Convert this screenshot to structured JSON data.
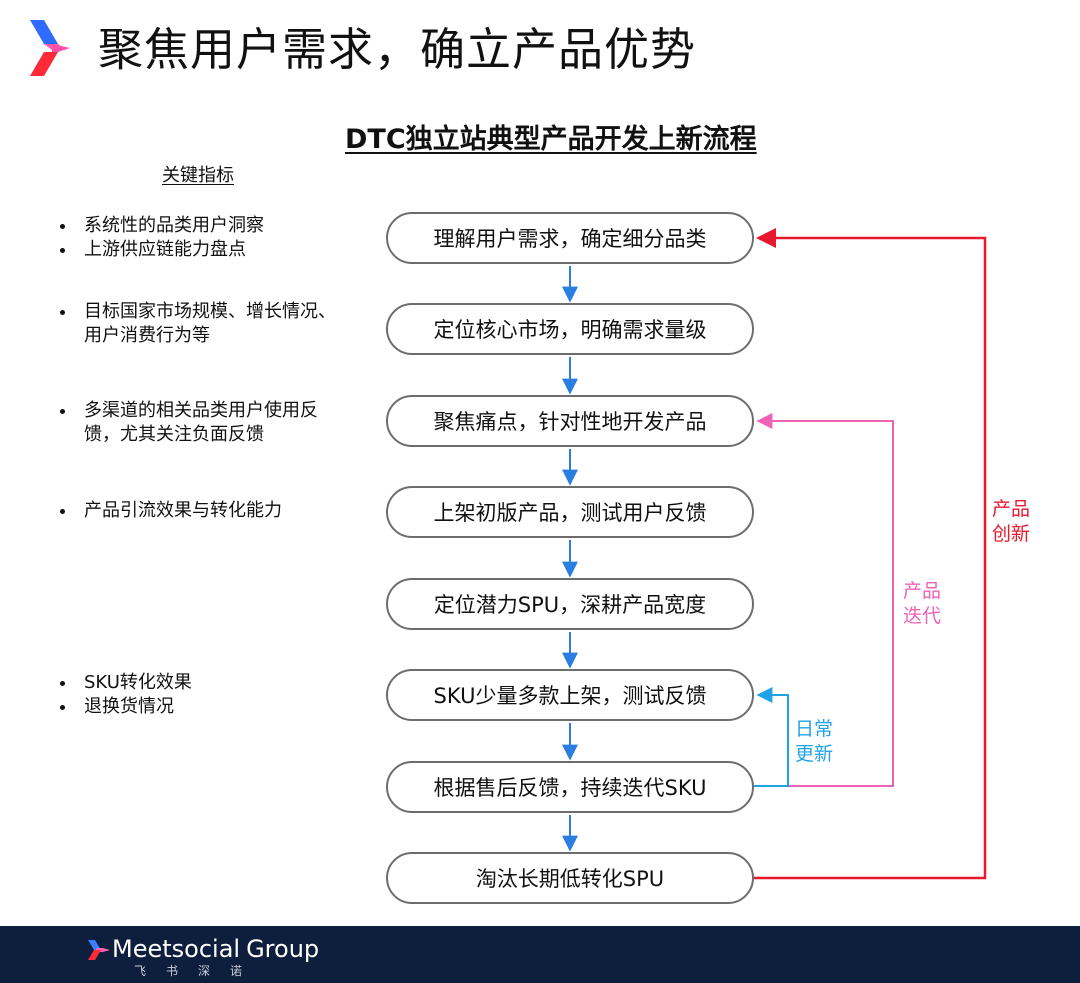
{
  "page": {
    "title": "聚焦用户需求，确立产品优势"
  },
  "diagram": {
    "title": "DTC独立站典型产品开发上新流程"
  },
  "metrics": {
    "header": "关键指标",
    "groups": [
      [
        "系统性的品类用户洞察",
        "上游供应链能力盘点"
      ],
      [
        "目标国家市场规模、增长情况、用户消费行为等"
      ],
      [
        "多渠道的相关品类用户使用反馈，尤其关注负面反馈"
      ],
      [
        "产品引流效果与转化能力"
      ],
      [
        "SKU转化效果",
        "退换货情况"
      ]
    ]
  },
  "steps": [
    "理解用户需求，确定细分品类",
    "定位核心市场，明确需求量级",
    "聚焦痛点，针对性地开发产品",
    "上架初版产品，测试用户反馈",
    "定位潜力SPU，深耕产品宽度",
    "SKU少量多款上架，测试反馈",
    "根据售后反馈，持续迭代SKU",
    "淘汰长期低转化SPU"
  ],
  "loops": {
    "innovation": {
      "label_1": "产品",
      "label_2": "创新",
      "color": "#e8192c"
    },
    "iteration": {
      "label_1": "产品",
      "label_2": "迭代",
      "color": "#f062b4"
    },
    "daily": {
      "label_1": "日常",
      "label_2": "更新",
      "color": "#1ea3e6"
    }
  },
  "colors": {
    "flow_arrow": "#2a7de1",
    "step_border": "#6d6d6d",
    "footer_bg": "#0e1f3d"
  },
  "footer": {
    "brand_name": "Meetsocial",
    "brand_group": "Group",
    "brand_cn": "飞书深诺"
  }
}
